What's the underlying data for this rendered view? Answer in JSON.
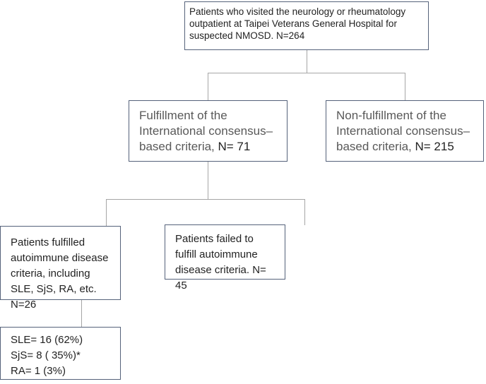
{
  "nodes": {
    "root": "Patients who visited the neurology or rheumatology outpatient at Taipei Veterans General Hospital for suspected NMOSD. N=264",
    "fulfill": {
      "text": "Fulfillment of the International consensus–based criteria,",
      "n": " N= 71"
    },
    "nonfulfill": {
      "text": "Non-fulfillment of the International consensus–based criteria,",
      "n": " N= 215"
    },
    "autoimmune": "Patients fulfilled autoimmune disease criteria, including SLE, SjS, RA, etc. N=26",
    "no_autoimmune": "Patients failed to fulfill autoimmune disease criteria.  N= 45",
    "breakdown": [
      "SLE= 16 (62%)",
      "SjS= 8 ( 35%)*",
      "RA= 1 (3%)"
    ]
  },
  "colors": {
    "border": "#55627a",
    "connector": "#a6a6a6"
  }
}
